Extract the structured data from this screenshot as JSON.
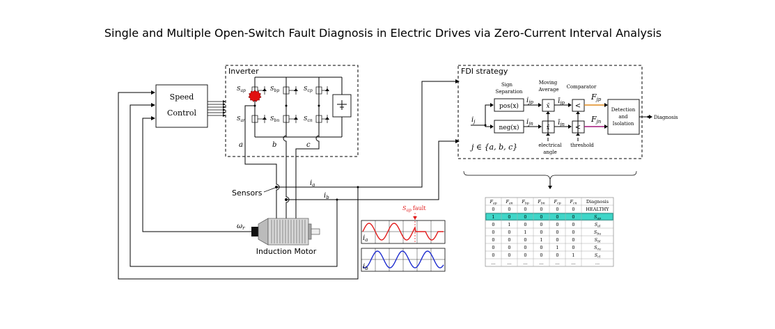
{
  "title": "Single and Multiple Open-Switch Fault Diagnosis in Electric Drives via Zero-Current Interval Analysis",
  "speed_control": {
    "line1": "Speed",
    "line2": "Control"
  },
  "inverter": {
    "label": "Inverter",
    "switches": {
      "ap": "S",
      "bp": "S",
      "cp": "S",
      "an": "S",
      "bn": "S",
      "cn": "S"
    },
    "switch_subs": {
      "ap": "ap",
      "bp": "bp",
      "cp": "cp",
      "an": "an",
      "bn": "bn",
      "cn": "cn"
    },
    "legs": [
      "a",
      "b",
      "c"
    ]
  },
  "sensors_label": "Sensors",
  "currents": {
    "ia": "i",
    "ia_sub": "a",
    "ib": "i",
    "ib_sub": "b"
  },
  "motor": {
    "label": "Induction Motor",
    "omega": "ω",
    "omega_sub": "r"
  },
  "fdi": {
    "label": "FDI strategy",
    "sign_separation": [
      "Sign",
      "Separation"
    ],
    "moving_average": [
      "Moving",
      "Average"
    ],
    "comparator": "Comparator",
    "pos_block": "pos(x)",
    "neg_block": "neg(x)",
    "avg_symbol": "x̄",
    "comp_symbol": "<",
    "input": "i",
    "input_sub": "j",
    "sig_p": "i",
    "sig_p_sub": "jp",
    "sig_n": "i",
    "sig_n_sub": "jn",
    "avg_p": "ī",
    "avg_p_sub": "jp",
    "avg_n": "ī",
    "avg_n_sub": "jn",
    "fp": "F",
    "fp_sub": "jp",
    "fn": "F",
    "fn_sub": "jn",
    "elec_angle": [
      "electrical",
      "angle"
    ],
    "threshold": "threshold",
    "detection": [
      "Detection",
      "and",
      "Isolation"
    ],
    "output": "Diagnosis",
    "j_set": "j ∈ {a, b, c}"
  },
  "waveform": {
    "fault_label": "S",
    "fault_sub": "ap",
    "fault_word": "fault",
    "ia_label": "i",
    "ia_sub": "a",
    "ib_label": "i",
    "ib_sub": "b",
    "colors": {
      "ia": "#e11d1d",
      "ib": "#1e2ccf",
      "fault": "#e11d1d"
    }
  },
  "table": {
    "headers": [
      "F_ap",
      "F_an",
      "F_bp",
      "F_bn",
      "F_cp",
      "F_cn",
      "Diagnosis"
    ],
    "header_main": [
      "F",
      "F",
      "F",
      "F",
      "F",
      "F",
      "Diagnosis"
    ],
    "header_sub": [
      "ap",
      "an",
      "bp",
      "bn",
      "cp",
      "cn",
      ""
    ],
    "rows": [
      [
        "0",
        "0",
        "0",
        "0",
        "0",
        "0",
        "HEALTHY"
      ],
      [
        "1",
        "0",
        "0",
        "0",
        "0",
        "0",
        "S_ap"
      ],
      [
        "0",
        "1",
        "0",
        "0",
        "0",
        "0",
        "S_al"
      ],
      [
        "0",
        "0",
        "1",
        "0",
        "0",
        "0",
        "S_bu"
      ],
      [
        "0",
        "0",
        "0",
        "1",
        "0",
        "0",
        "S_bl"
      ],
      [
        "0",
        "0",
        "0",
        "0",
        "1",
        "0",
        "S_cu"
      ],
      [
        "0",
        "0",
        "0",
        "0",
        "0",
        "1",
        "S_cl"
      ],
      [
        "...",
        "...",
        "...",
        "...",
        "...",
        "...",
        "..."
      ]
    ],
    "highlight_row": 1,
    "highlight_color": "#3fd6c8"
  },
  "colors": {
    "fault_star": "#e11010",
    "fp_line": "#e08a1e",
    "fn_line": "#a3167a"
  }
}
